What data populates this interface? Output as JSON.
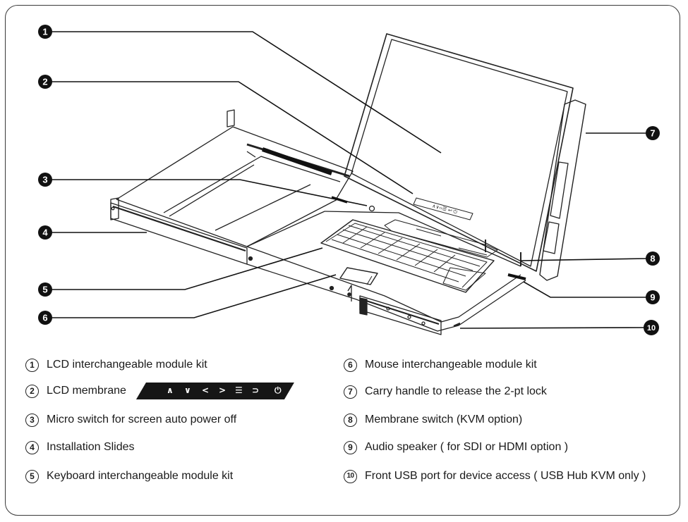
{
  "callouts": [
    "1",
    "2",
    "3",
    "4",
    "5",
    "6",
    "7",
    "8",
    "9",
    "10"
  ],
  "legend": [
    {
      "num": "1",
      "label": "LCD interchangeable module kit"
    },
    {
      "num": "2",
      "label": "LCD membrane"
    },
    {
      "num": "3",
      "label": "Micro switch for screen auto power off"
    },
    {
      "num": "4",
      "label": "Installation Slides"
    },
    {
      "num": "5",
      "label": "Keyboard interchangeable module kit"
    },
    {
      "num": "6",
      "label": "Mouse interchangeable module kit"
    },
    {
      "num": "7",
      "label": "Carry handle to release the 2-pt lock"
    },
    {
      "num": "8",
      "label": "Membrane switch (KVM option)"
    },
    {
      "num": "9",
      "label": "Audio speaker ( for SDI or HDMI option )"
    },
    {
      "num": "10",
      "label": "Front USB port for device access ( USB Hub KVM only )"
    }
  ],
  "membrane_icons": [
    "up-icon",
    "down-icon",
    "left-icon",
    "right-icon",
    "menu-icon",
    "return-icon",
    "power-icon"
  ],
  "colors": {
    "ink": "#1a1a1a",
    "badge": "#111111",
    "membrane": "#161616"
  }
}
